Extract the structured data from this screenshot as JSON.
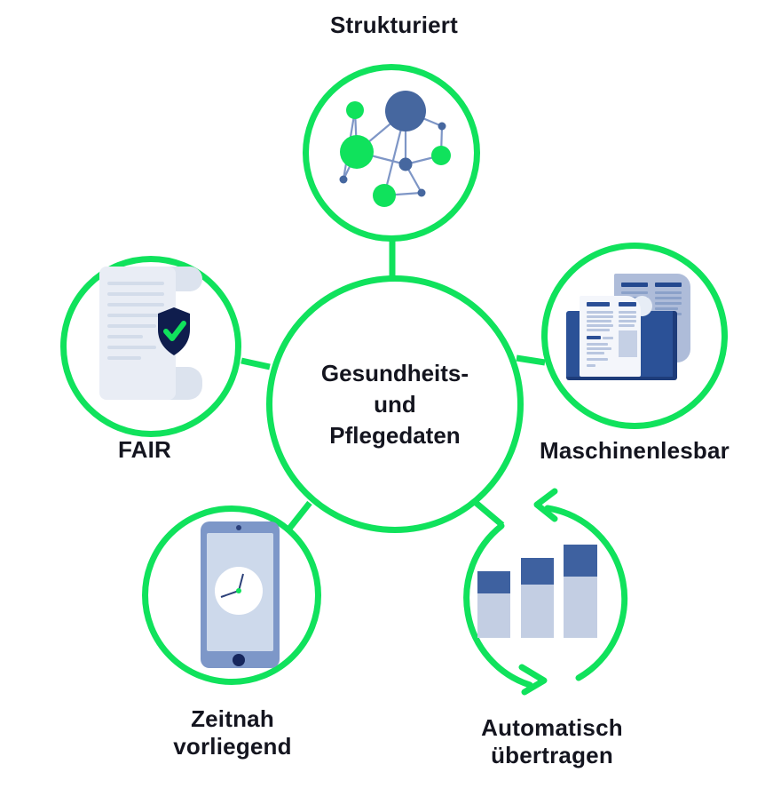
{
  "diagram": {
    "center": {
      "lines": [
        "Gesundheits-",
        "und",
        "Pflegedaten"
      ]
    },
    "satellites": {
      "strukturiert": {
        "label": "Strukturiert",
        "icon": "network-graph-icon"
      },
      "fair": {
        "label": "FAIR",
        "icon": "document-shield-check-icon"
      },
      "maschinenlesbar": {
        "label": "Maschinenlesbar",
        "icon": "newspapers-icon"
      },
      "zeitnah": {
        "lines": [
          "Zeitnah",
          "vorliegend"
        ],
        "icon": "tablet-clock-icon"
      },
      "automatisch": {
        "lines": [
          "Automatisch",
          "übertragen"
        ],
        "icon": "bar-chart-cycle-icon"
      }
    },
    "colors": {
      "ring_green": "#10e25c",
      "node_blue": "#46679f",
      "dark_blue": "#2b5197",
      "navy": "#0f1d4d",
      "light_blue": "#c3cee3",
      "text": "#14151f"
    }
  }
}
